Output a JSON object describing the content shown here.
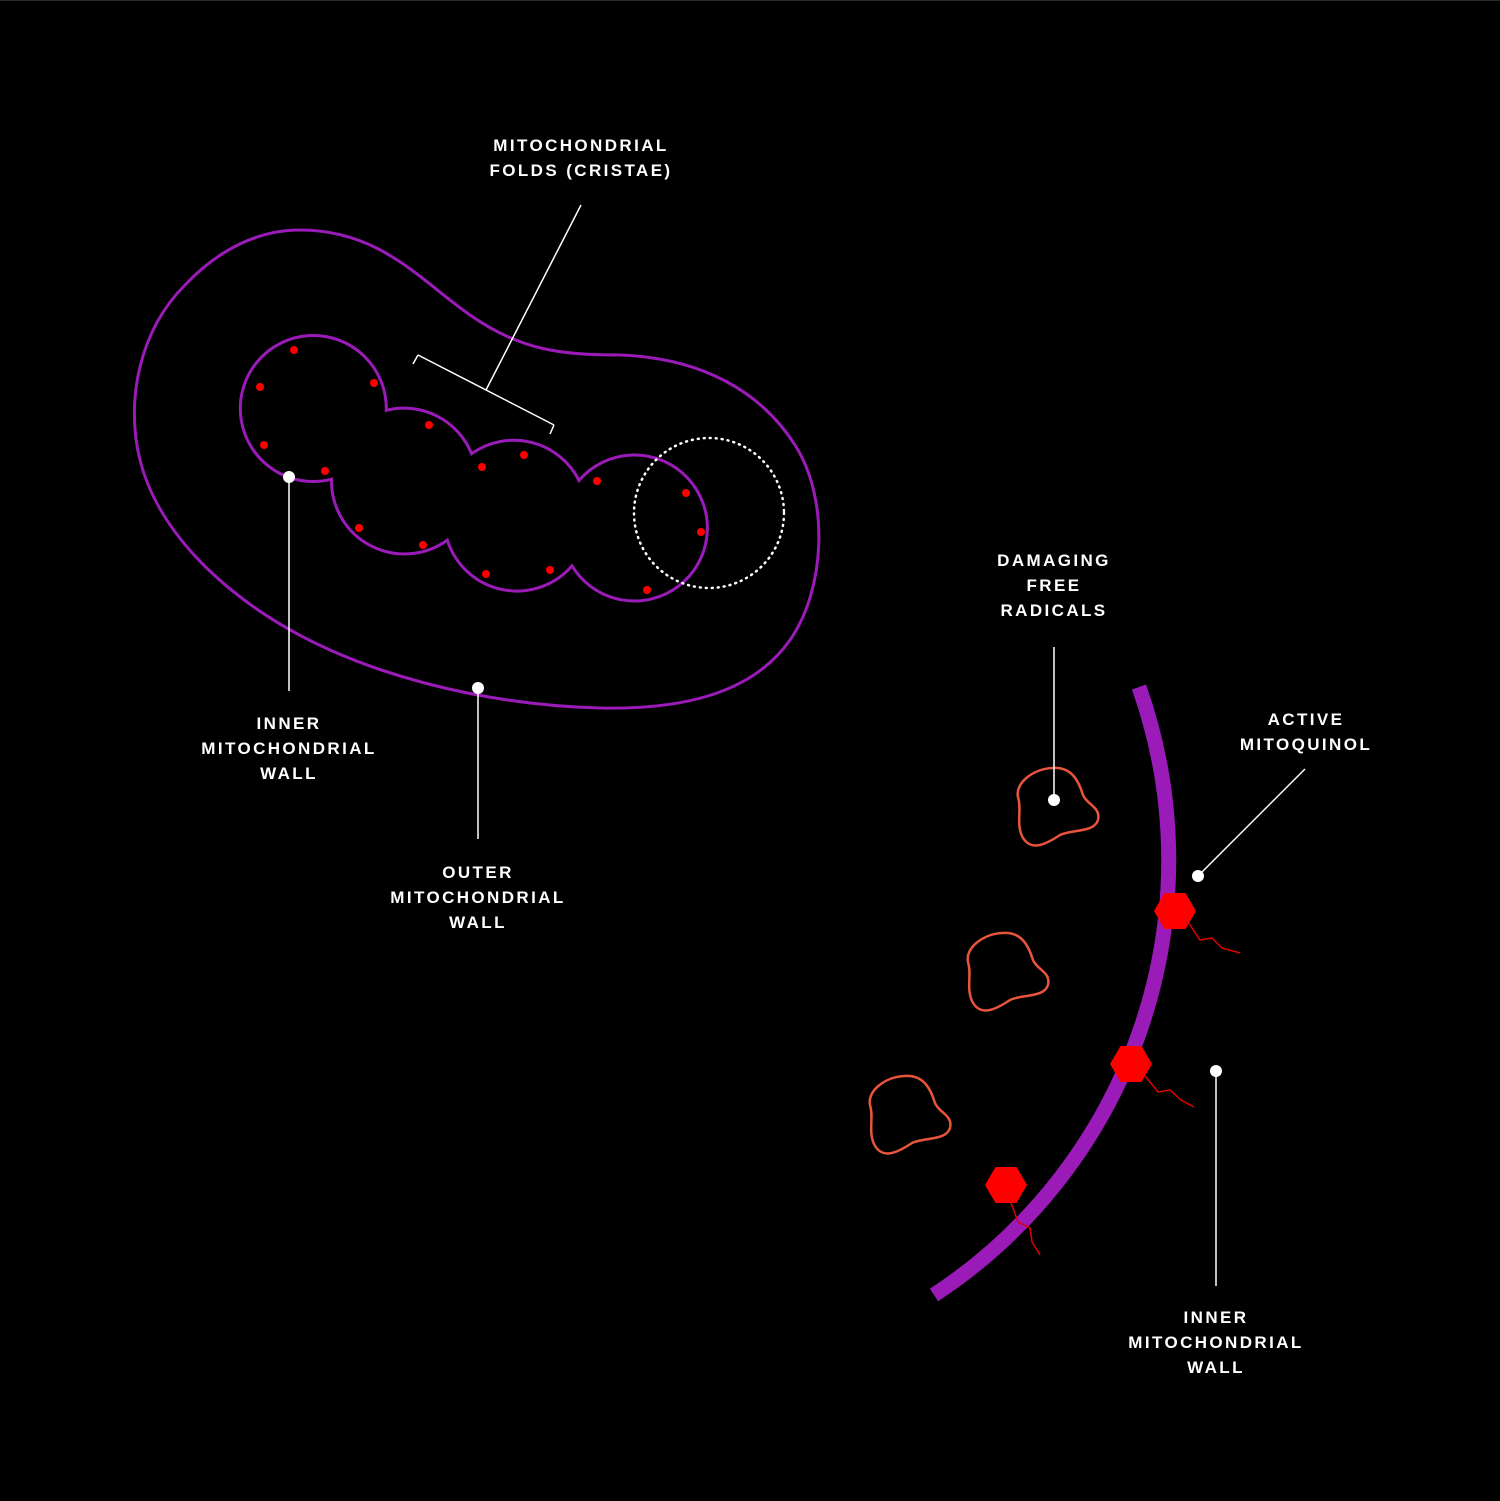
{
  "colors": {
    "background": "#000000",
    "membrane": "#9b1bb8",
    "free_radical": "#e8553c",
    "mitoquinol": "#ff0000",
    "label": "#ffffff"
  },
  "labels": {
    "cristae": [
      "MITOCHONDRIAL",
      "FOLDS (CRISTAE)"
    ],
    "inner_wall_left": [
      "INNER",
      "MITOCHONDRIAL",
      "WALL"
    ],
    "outer_wall": [
      "OUTER",
      "MITOCHONDRIAL",
      "WALL"
    ],
    "free_radicals": [
      "DAMAGING",
      "FREE",
      "RADICALS"
    ],
    "mitoquinol": [
      "ACTIVE",
      "MITOQUINOL"
    ],
    "inner_wall_right": [
      "INNER",
      "MITOCHONDRIAL",
      "WALL"
    ]
  }
}
